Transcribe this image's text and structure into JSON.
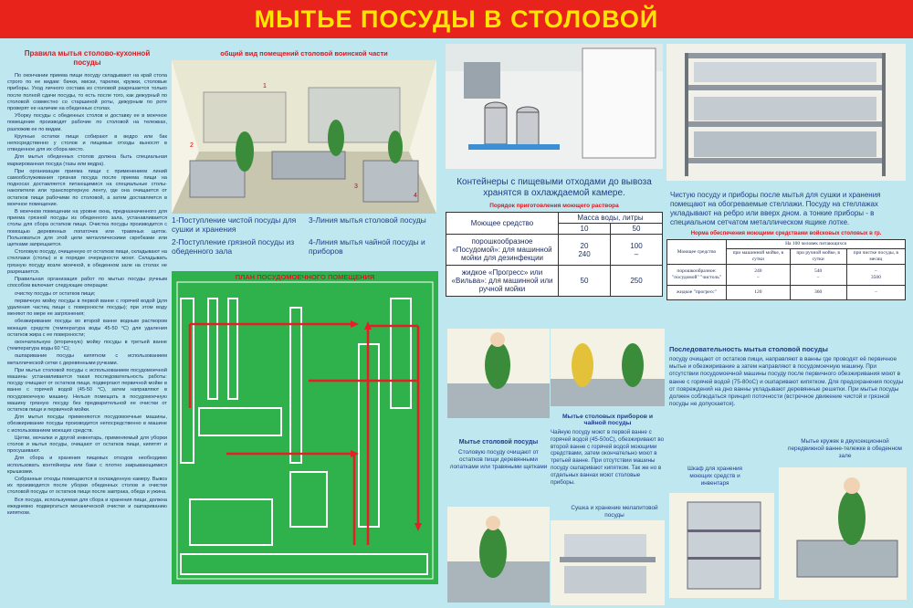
{
  "title": "МЫТЬЕ ПОСУДЫ В СТОЛОВОЙ",
  "rules": {
    "heading": "Правила мытья столово-кухонной посуды",
    "paragraphs": [
      "По окончании приема пищи посуду складывают на край стола строго по ее видам: бачки, миски, тарелки, кружки, столовые приборы. Уход личного состава из столовой разрешается только после полной сдачи посуды, то есть после того, как дежурный по столовой совместно со старшиной роты, дежурным по роте проверят ее наличие на обеденных столах.",
      "Уборку посуды с обеденных столов и доставку ее в моечное помещение производят рабочие по столовой на тележках, разложив ее по видам.",
      "Крупные остатки пищи собирают в ведро или бак непосредственно у столов и пищевые отходы выносят в отведенное для их сбора место.",
      "Для мытья обеденных столов должна быть специальная маркированная посуда (тазы или ведра).",
      "При организации приема пищи с применением линий самообслуживания грязная посуда после приема пищи на подносах доставляется питающимися на специальные столы-накопители или транспортерную ленту, где она очищается от остатков пищи рабочими по столовой, а затем доставляется в моечное помещение.",
      "В моечном помещении на уровне окна, предназначенного для приема грязной посуды из обеденного зала, устанавливается столы для сбора остатков пищи. Очистка посуды производится с помощью деревянных лопаточек или травяных щеток. Пользоваться для этой цели металлическими скребками или щетками запрещается.",
      "Столовую посуду, очищенную от остатков пищи, складывают на стеллажи (столы) и в порядке очередности моют. Складывать грязную посуду возле моечной, в обеденном зале на столах не разрешается.",
      "Правильная организация работ по мытью посуды ручным способом включает следующие операции:",
      "очистку посуды от остатков пищи;",
      "первичную мойку посуды в первой ванне с горячей водой (для удаления частиц пищи с поверхности посуды); при этом воду меняют по мере ее загрязнения;",
      "обезжиривание посуды во второй ванне водным раствором моющих средств (температура воды 45-50 °С) для удаления остатков жира с ее поверхности;",
      "окончательную (вторичную) мойку посуды в третьей ванне (температура воды 60 °С);",
      "ошпаривание посуды кипятком с использованием металлической сетки с деревянными ручками.",
      "При мытье столовой посуды с использованием посудомоечной машины устанавливается такая последовательность работы: посуду очищают от остатков пищи, подвергают первичной мойке в ванне с горячей водой (45-50 °С), затем направляют в посудомоечную машину. Нельзя помещать в посудомоечную машину грязную посуду без предварительной ее очистки от остатков пищи и первичной мойки.",
      "Для мытья посуды применяются посудомоечные машины, обезжиривание посуды производится непосредственно в машине с использованием моющих средств.",
      "Щетки, мочалки и другой инвентарь, применяемый для уборки столов и мытья посуды, очищают от остатков пищи, кипятят и просушивают.",
      "Для сбора и хранения пищевых отходов необходимо использовать контейнеры или баки с плотно закрывающимися крышками.",
      "Собранные отходы помещаются в охлажденную камеру. Вывоз их производится после уборки обеденных столов и очистки столовой посуды от остатков пищи после завтрака, обеда и ужина.",
      "Вся посуда, используемая для сбора и хранения пищи, должна ежедневно подвергаться механической очистке и ошпариванию кипятком."
    ]
  },
  "general_view": {
    "heading": "общий вид помещений столовой воинской части",
    "markers": [
      "1",
      "2",
      "3",
      "4"
    ],
    "legend": [
      "1-Поступление чистой посуды для сушки и хранения",
      "2-Поступление грязной посуды из обеденного зала",
      "3-Линия мытья столовой посуды",
      "4-Линия мытья чайной посуды и приборов"
    ]
  },
  "plan": {
    "heading": "ПЛАН ПОСУДОМОЕЧНОГО ПОМЕЩЕНИЯ"
  },
  "containers_caption": "Контейнеры с пищевыми отходами до вывоза хранятся в охлаждаемой камере.",
  "solution_table": {
    "heading": "Порядок приготовления моющего раствора",
    "col_agent": "Моющее средство",
    "col_mass": "Масса воды, литры",
    "sub": [
      "10",
      "50"
    ],
    "rows": [
      {
        "agent": "порошкообразное «Посудомой»: для машинной мойки для дезинфекции",
        "v10": "20\n240",
        "v50": "100\n–"
      },
      {
        "agent": "жидкое «Прогресс» или «Вильва»: для машинной или ручной мойки",
        "v10": "50",
        "v50": "250"
      }
    ]
  },
  "shelves_caption": "Чистую посуду и приборы после мытья для сушки и хранения помещают на обогреваемые стеллажи. Посуду на стеллажах укладывают на ребро или вверх дном. а тонкие приборы - в специальном сетчатом металлическом ящике лотке.",
  "norms_table": {
    "heading": "Норма обеспечения моющими средствами войсковых столовых в гр.",
    "col_agent": "Моющее средство",
    "col_group": "На 100 человек питающихся",
    "sub": [
      "при машинной мойке, в сутки",
      "при ручной мойке, в сутки",
      "при чистке посуды, в месяц"
    ],
    "rows": [
      {
        "agent": "порошкообразное: \"посудомой\" \"чистоль\"",
        "c1": "240\n–",
        "c2": "540\n–",
        "c3": "–\n3500"
      },
      {
        "agent": "жидкое \"прогресс\"",
        "c1": "120",
        "c2": "360",
        "c3": "–"
      }
    ]
  },
  "sequence": {
    "heading": "Последовательность мытья столовой посуды",
    "text": "посуду очищают от остатков пищи, направляют в ванны где проводят её первичное мытье и обезжиривание а затем направляют в посудомоечную машину. При отсутствии посудомоечной машины посуду после первичного обезжиривания моют в ванне с горячей водой (75-80оС) и ошпаривают кипятком. Для предохранения посуды от повреждений на дно ванны укладывают деревянные решетки. При мытье посуды должен соблюдаться принцип поточности (встречное движение чистой и грязной посуды не допускается)."
  },
  "dishwashing": {
    "heading": "Мытье столовой посуды",
    "text": "Столовую посуду очищают от остатков пищи деревянными лопатками или травяными щетками"
  },
  "tea": {
    "heading": "Мытье столовых приборов и чайной посуды",
    "text": "Чайную посуду моют в первой ванне с горячей водой (45-50оС), обезжиривают во второй ванне с горячей водой моющими средствами, затем окончательно моют в третьей ванне. При отсутствии машины посуду ошпаривают кипятком. Так же но в отдельных ваннах моют столовые приборы."
  },
  "drying_caption": "Сушка и хранение мелапитовой посуды",
  "cabinet_caption": "Шкаф для хранения моющих средств и инвентаря",
  "mugs_caption": "Мытье кружек в двухсекционной передвижной ванне-тележке в обеденном зале"
}
